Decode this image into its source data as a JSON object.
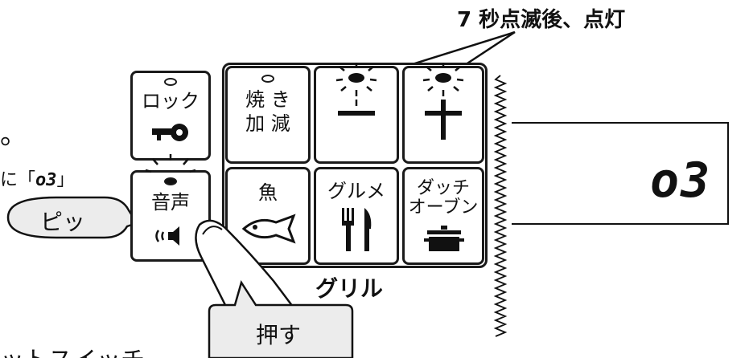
{
  "callout": {
    "blink_note": "7 秒点滅後、点灯"
  },
  "fragments": {
    "period": "。",
    "left_note": "に「",
    "left_note_end": "」",
    "display_code": "o3"
  },
  "buttons": {
    "lock": {
      "label": "ロック"
    },
    "sound": {
      "label": "音声"
    },
    "grill_adjust": {
      "line1": "焼 き",
      "line2": "加 減"
    },
    "minus": {
      "label": "−"
    },
    "plus": {
      "label": "+"
    },
    "fish": {
      "label": "魚"
    },
    "gourmet": {
      "label": "グルメ"
    },
    "dutch_oven": {
      "line1": "ダッチ",
      "line2": "オーブン"
    }
  },
  "group_label": "グリル",
  "bubble_beep": "ピッ",
  "press_label": "押す",
  "display": {
    "value": "o3"
  },
  "bottom_fragment": "ットスイッチ"
}
